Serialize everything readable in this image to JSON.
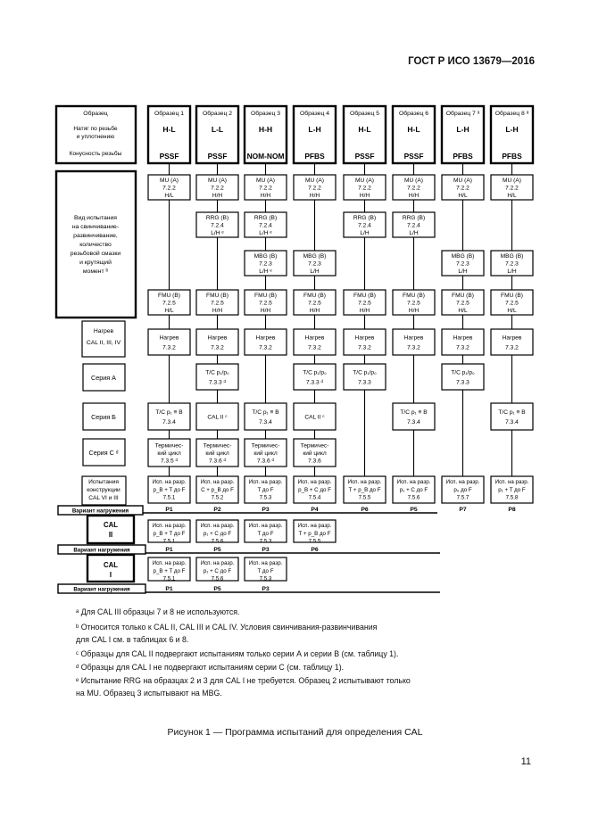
{
  "header": "ГОСТ Р ИСО 13679—2016",
  "page_number": "11",
  "caption": "Рисунок 1 — Программа испытаний для определения CAL",
  "left": {
    "top_lines": [
      "Образец",
      "Натяг по резьбе",
      "и уплотнению",
      "Конусность резьбы"
    ],
    "tests_lines": [
      "Вид испытания",
      "на свинчивание-",
      "развинчивание,",
      "количество",
      "резьбовой смазки",
      "и крутящий",
      "момент ᵇ"
    ],
    "load": [
      "Нагрев",
      "CAL II, III, IV"
    ],
    "series_a": "Серия А",
    "series_b": "Серия Б",
    "series_c": "Серия С ᵈ",
    "trials": [
      "Испытания",
      "конструкции",
      "CAL VI и III"
    ],
    "cal2": [
      "CAL",
      "II"
    ],
    "cal1": [
      "CAL",
      "I"
    ],
    "variant": "Вариант нагружения"
  },
  "columns": [
    {
      "head": "Образец 1",
      "fit": "H-L",
      "taper": "PSSF",
      "mu": [
        "MU (A)",
        "7.2.2",
        "H/L"
      ],
      "rrg": null,
      "mbg": null,
      "fmu": [
        "FMU (B)",
        "7.2.5",
        "H/L"
      ],
      "heat": [
        "Нагрев",
        "7.3.2"
      ],
      "a": null,
      "b": [
        "T/C p₁ ≡ B",
        "7.3.4"
      ],
      "c": [
        "Термичес-",
        "кий цикл",
        "7.3.5 ᵈ"
      ],
      "t1": [
        "Исп. на разр.",
        "p_B + T до F",
        "7.5.1"
      ],
      "p1": "P1",
      "t2": [
        "Исп. на разр.",
        "p_B + T до F",
        "7.5.1"
      ],
      "p2": "P1",
      "t3": [
        "Исп. на разр.",
        "p_B + T до F",
        "7.5.1"
      ],
      "p3": "P1"
    },
    {
      "head": "Образец 2",
      "fit": "L-L",
      "taper": "PSSF",
      "mu": [
        "MU (A)",
        "7.2.2",
        "H/H"
      ],
      "rrg": [
        "RRG (B)",
        "7.2.4",
        "L/H ᵉ"
      ],
      "mbg": null,
      "fmu": [
        "FMU (B)",
        "7.2.5",
        "H/H"
      ],
      "heat": [
        "Нагрев",
        "7.3.2"
      ],
      "a": [
        "T/C p₁/p₀",
        "7.3.3 ᵈ"
      ],
      "b": [
        "CAL II ᶜ"
      ],
      "c": [
        "Термичес-",
        "кий цикл",
        "7.3.6 ᵈ"
      ],
      "t1": [
        "Исп. на разр.",
        "C + p_B до F",
        "7.5.2"
      ],
      "p1": "P2",
      "t2": [
        "Исп. на разр.",
        "p₁ + C до F",
        "7.5.6"
      ],
      "p2": "P5",
      "t3": [
        "Исп. на разр.",
        "p₁ + C до F",
        "7.5.6"
      ],
      "p3": "P5"
    },
    {
      "head": "Образец 3",
      "fit": "H-H",
      "taper": "NOM-NOM",
      "mu": [
        "MU (A)",
        "7.2.2",
        "H/H"
      ],
      "rrg": [
        "RRG (B)",
        "7.2.4",
        "L/H ᵉ"
      ],
      "mbg": [
        "MBG (B)",
        "7.2.3",
        "L/H ᵉ"
      ],
      "fmu": [
        "FMU (B)",
        "7.2.5",
        "H/H"
      ],
      "heat": [
        "Нагрев",
        "7.3.2"
      ],
      "a": null,
      "b": [
        "T/C p₁ ≡ B",
        "7.3.4"
      ],
      "c": [
        "Термичес-",
        "кий цикл",
        "7.3.6 ᵈ"
      ],
      "t1": [
        "Исп. на разр.",
        "T до F",
        "7.5.3"
      ],
      "p1": "P3",
      "t2": [
        "Исп. на разр.",
        "T до F",
        "7.5.3"
      ],
      "p2": "P3",
      "t3": [
        "Исп. на разр.",
        "T до F",
        "7.5.3"
      ],
      "p3": "P3"
    },
    {
      "head": "Образец 4",
      "fit": "L-H",
      "taper": "PFBS",
      "mu": [
        "MU (A)",
        "7.2.2",
        "H/H"
      ],
      "rrg": null,
      "mbg": [
        "MBG (B)",
        "7.2.3",
        "L/H"
      ],
      "fmu": [
        "FMU (B)",
        "7.2.5",
        "H/H"
      ],
      "heat": [
        "Нагрев",
        "7.3.2"
      ],
      "a": [
        "T/C p₁/p₀",
        "7.3.3 ᵈ"
      ],
      "b": [
        "CAL II ᶜ"
      ],
      "c": [
        "Термичес-",
        "кий цикл",
        "7.3.6"
      ],
      "t1": [
        "Исп. на разр.",
        "p_B + C до F",
        "7.5.4"
      ],
      "p1": "P4",
      "t2": [
        "Исп. на разр.",
        "T + p_B до F",
        "7.5.5"
      ],
      "p2": "P6",
      "t3": null,
      "p3": null
    },
    {
      "head": "Образец 5",
      "fit": "H-L",
      "taper": "PSSF",
      "mu": [
        "MU (A)",
        "7.2.2",
        "H/H"
      ],
      "rrg": [
        "RRG (B)",
        "7.2.4",
        "L/H"
      ],
      "mbg": null,
      "fmu": [
        "FMU (B)",
        "7.2.5",
        "H/H"
      ],
      "heat": [
        "Нагрев",
        "7.3.2"
      ],
      "a": [
        "T/C p₁/p₀",
        "7.3.3"
      ],
      "b": null,
      "c": null,
      "t1": [
        "Исп. на разр.",
        "T + p_B до F",
        "7.5.5"
      ],
      "p1": "P6",
      "t2": null,
      "p2": null,
      "t3": null,
      "p3": null
    },
    {
      "head": "Образец 6",
      "fit": "H-L",
      "taper": "PSSF",
      "mu": [
        "MU (A)",
        "7.2.2",
        "H/H"
      ],
      "rrg": [
        "RRG (B)",
        "7.2.4",
        "L/H"
      ],
      "mbg": null,
      "fmu": [
        "FMU (B)",
        "7.2.5",
        "H/H"
      ],
      "heat": [
        "Нагрев",
        "7.3.2"
      ],
      "a": null,
      "b": [
        "T/C p₁ ≡ B",
        "7.3.4"
      ],
      "c": null,
      "t1": [
        "Исп. на разр.",
        "p₁ + C до F",
        "7.5.6"
      ],
      "p1": "P5",
      "t2": null,
      "p2": null,
      "t3": null,
      "p3": null
    },
    {
      "head": "Образец 7 ᵃ",
      "fit": "L-H",
      "taper": "PFBS",
      "mu": [
        "MU (A)",
        "7.2.2",
        "H/L"
      ],
      "rrg": null,
      "mbg": [
        "MBG (B)",
        "7.2.3",
        "L/H"
      ],
      "fmu": [
        "FMU (B)",
        "7.2.5",
        "H/L"
      ],
      "heat": [
        "Нагрев",
        "7.3.2"
      ],
      "a": [
        "T/C p₁/p₀",
        "7.3.3"
      ],
      "b": null,
      "c": null,
      "t1": [
        "Исп. на разр.",
        "p₀ до F",
        "7.5.7"
      ],
      "p1": "P7",
      "t2": null,
      "p2": null,
      "t3": null,
      "p3": null
    },
    {
      "head": "Образец 8 ᵃ",
      "fit": "L-H",
      "taper": "PFBS",
      "mu": [
        "MU (A)",
        "7.2.2",
        "H/L"
      ],
      "rrg": null,
      "mbg": [
        "MBG (B)",
        "7.2.3",
        "L/H"
      ],
      "fmu": [
        "FMU (B)",
        "7.2.5",
        "H/L"
      ],
      "heat": [
        "Нагрев",
        "7.3.2"
      ],
      "a": null,
      "b": [
        "T/C p₁ ≡ B",
        "7.3.4"
      ],
      "c": null,
      "t1": [
        "Исп. на разр.",
        "p₁ + T до F",
        "7.5.8"
      ],
      "p1": "P8",
      "t2": null,
      "p2": null,
      "t3": null,
      "p3": null
    }
  ],
  "footnotes": [
    "ᵃ Для CAL III образцы 7 и 8 не используются.",
    "ᵇ Относится только к CAL II, CAL III и CAL IV. Условия свинчивания-развинчивания",
    "для CAL I см. в таблицах 6 и 8.",
    "ᶜ Образцы для CAL II подвергают испытаниям только серии А и серии B (см. таблицу 1).",
    "ᵈ Образцы для CAL I не подвергают испытаниям серии С (см. таблицу 1).",
    "ᵉ Испытание RRG на образцах 2 и 3 для CAL I не требуется. Образец 2 испытывают только",
    "на MU. Образец 3 испытывают на MBG."
  ]
}
